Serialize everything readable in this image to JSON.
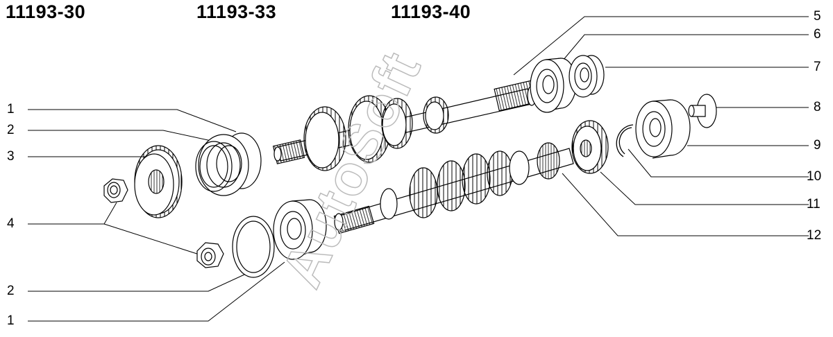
{
  "models": [
    "11193-30",
    "11193-33",
    "11193-40"
  ],
  "watermark": "AutoSoft",
  "callouts": {
    "left": [
      "1",
      "2",
      "3",
      "4",
      "2",
      "1"
    ],
    "right": [
      "5",
      "6",
      "7",
      "8",
      "9",
      "10",
      "11",
      "12"
    ]
  }
}
